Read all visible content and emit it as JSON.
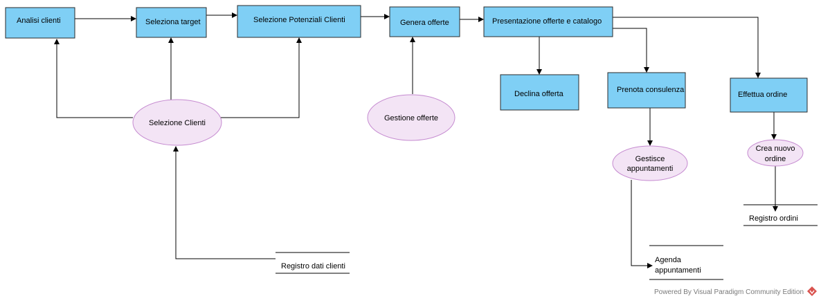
{
  "colors": {
    "process_fill": "#7fcff5",
    "process_stroke": "#2a2a2a",
    "oval_fill": "#f3e4f5",
    "oval_stroke": "#c58ad0",
    "line": "#000000",
    "footer_text": "#7a7a7a",
    "logo": "#d9534f"
  },
  "processes": {
    "analisi_clienti": "Analisi clienti",
    "seleziona_target": "Seleziona target",
    "selezione_potenziali": "Selezione Potenziali Clienti",
    "genera_offerte": "Genera offerte",
    "presentazione_offerte": "Presentazione offerte e catalogo",
    "declina_offerta": "Declina offerta",
    "prenota_consulenza": "Prenota consulenza",
    "effettua_ordine": "Effettua ordine"
  },
  "activities": {
    "selezione_clienti": "Selezione Clienti",
    "gestione_offerte": "Gestione offerte",
    "gestisce_appuntamenti_1": "Gestisce",
    "gestisce_appuntamenti_2": "appuntamenti",
    "crea_nuovo_ordine_1": "Crea nuovo",
    "crea_nuovo_ordine_2": "ordine"
  },
  "stores": {
    "registro_dati_clienti": "Registro dati clienti",
    "agenda_appuntamenti_1": "Agenda",
    "agenda_appuntamenti_2": "appuntamenti",
    "registro_ordini": "Registro ordini"
  },
  "footer": {
    "text": "Powered By  Visual Paradigm Community Edition",
    "logo_icon": "visual-paradigm-logo-icon"
  }
}
